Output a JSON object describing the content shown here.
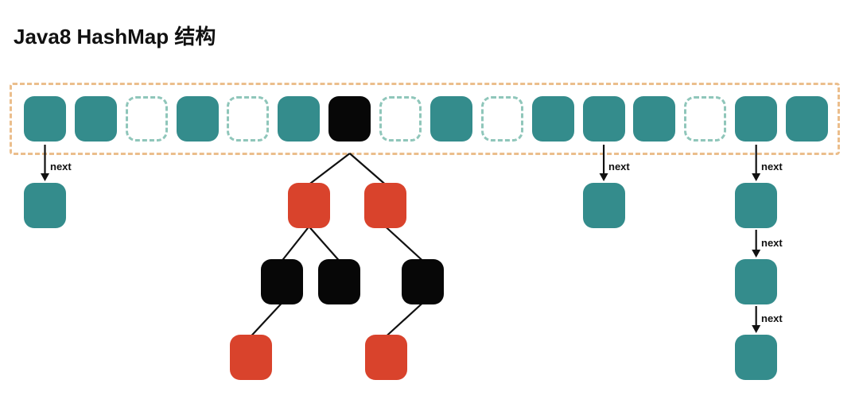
{
  "title": "Java8 HashMap 结构",
  "labels": {
    "next": "next"
  },
  "colors": {
    "teal": "#348C8C",
    "red": "#D9432C",
    "node_black": "#070707",
    "array_border": "#EBBE8C",
    "empty_border": "#8FC6BA",
    "line": "#111111",
    "title_text": "#111111",
    "background": "#FFFFFF"
  },
  "array": {
    "cell_count": 16,
    "cells": [
      {
        "index": 0,
        "state": "occupied"
      },
      {
        "index": 1,
        "state": "occupied"
      },
      {
        "index": 2,
        "state": "empty"
      },
      {
        "index": 3,
        "state": "occupied"
      },
      {
        "index": 4,
        "state": "empty"
      },
      {
        "index": 5,
        "state": "occupied"
      },
      {
        "index": 6,
        "state": "treeified"
      },
      {
        "index": 7,
        "state": "empty"
      },
      {
        "index": 8,
        "state": "occupied"
      },
      {
        "index": 9,
        "state": "empty"
      },
      {
        "index": 10,
        "state": "occupied"
      },
      {
        "index": 11,
        "state": "occupied"
      },
      {
        "index": 12,
        "state": "occupied"
      },
      {
        "index": 13,
        "state": "empty"
      },
      {
        "index": 14,
        "state": "occupied"
      },
      {
        "index": 15,
        "state": "occupied"
      }
    ]
  },
  "linked_lists": [
    {
      "bucket_index": 0,
      "node_count": 1
    },
    {
      "bucket_index": 11,
      "node_count": 1
    },
    {
      "bucket_index": 14,
      "node_count": 3
    }
  ],
  "tree": {
    "bucket_index": 6,
    "nodes": [
      {
        "id": "L",
        "color": "red"
      },
      {
        "id": "R",
        "color": "red"
      },
      {
        "id": "LL",
        "color": "black"
      },
      {
        "id": "LR",
        "color": "black"
      },
      {
        "id": "RR",
        "color": "black"
      },
      {
        "id": "LLL",
        "color": "red"
      },
      {
        "id": "RRL",
        "color": "red"
      }
    ],
    "edges": [
      [
        "root",
        "L"
      ],
      [
        "root",
        "R"
      ],
      [
        "L",
        "LL"
      ],
      [
        "L",
        "LR"
      ],
      [
        "R",
        "RR"
      ],
      [
        "LL",
        "LLL"
      ],
      [
        "RR",
        "RRL"
      ]
    ]
  }
}
